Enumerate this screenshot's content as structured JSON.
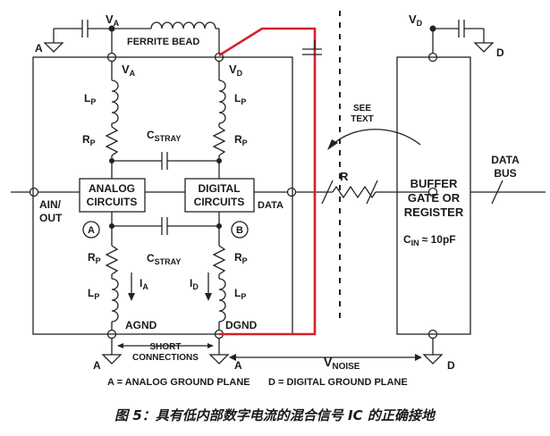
{
  "labels": {
    "va_top": "V",
    "va_top_sub": "A",
    "ferrite": "FERRITE BEAD",
    "a_left": "A",
    "va_node": "V",
    "va_node_sub": "A",
    "vd_node": "V",
    "vd_node_sub": "D",
    "lp_left": "L",
    "lp_left_sub": "P",
    "lp_right": "L",
    "lp_right_sub": "P",
    "rp_left": "R",
    "rp_left_sub": "P",
    "rp_right": "R",
    "rp_right_sub": "P",
    "cstray_top": "C",
    "cstray_top_sub": "STRAY",
    "analog1": "ANALOG",
    "analog2": "CIRCUITS",
    "digital1": "DIGITAL",
    "digital2": "CIRCUITS",
    "ain1": "AIN/",
    "ain2": "OUT",
    "data_out": "DATA",
    "node_a": "A",
    "node_b": "B",
    "cstray_bot": "C",
    "cstray_bot_sub": "STRAY",
    "rp_left2": "R",
    "rp_left2_sub": "P",
    "rp_right2": "R",
    "rp_right2_sub": "P",
    "lp_left2": "L",
    "lp_left2_sub": "P",
    "lp_right2": "L",
    "lp_right2_sub": "P",
    "ia": "I",
    "ia_sub": "A",
    "id": "I",
    "id_sub": "D",
    "agnd": "AGND",
    "dgnd": "DGND",
    "short1": "SHORT",
    "short2": "CONNECTIONS",
    "gnd_a1": "A",
    "gnd_a2": "A",
    "analog_plane": "A = ANALOG GROUND PLANE",
    "see1": "SEE",
    "see2": "TEXT",
    "r_label": "R",
    "vnoise": "V",
    "vnoise_sub": "NOISE",
    "gnd_d": "D",
    "digital_plane": "D = DIGITAL GROUND PLANE",
    "vd_top": "V",
    "vd_top_sub": "D",
    "d_right": "D",
    "buffer1": "BUFFER",
    "buffer2": "GATE OR",
    "buffer3": "REGISTER",
    "cin": "C",
    "cin_sub": "IN",
    "cin_val": "≈ 10pF",
    "databus1": "DATA",
    "databus2": "BUS"
  },
  "caption": "图 5：具有低内部数字电流的混合信号 IC 的正确接地",
  "colors": {
    "wire": "#222222",
    "noise_path": "#d4202a",
    "text": "#1a1a1a"
  }
}
